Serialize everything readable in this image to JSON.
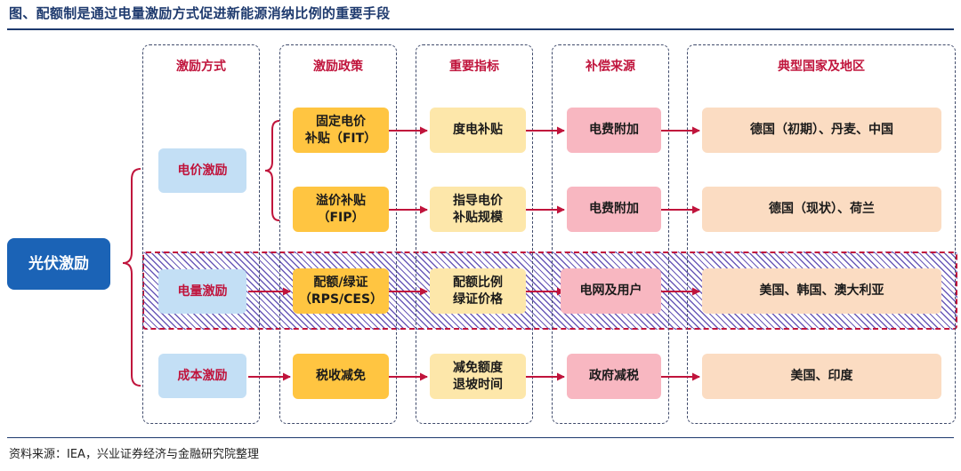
{
  "title": "图、配额制是通过电量激励方式促进新能源消纳比例的重要手段",
  "source": "资料来源：IEA，兴业证券经济与金融研究院整理",
  "colors": {
    "accent_red": "#c0143c",
    "navy": "#1e3a6e",
    "main_blue": "#1b63b6",
    "light_blue": "#c3dff5",
    "orange": "#ffc541",
    "cream": "#fde7aa",
    "pink": "#f8b7c1",
    "peach": "#fbdcc2"
  },
  "headers": {
    "method": "激励方式",
    "policy": "激励政策",
    "indicator": "重要指标",
    "funding": "补偿来源",
    "region": "典型国家及地区"
  },
  "main_label": "光伏激励",
  "methods": {
    "price": "电价激励",
    "volume": "电量激励",
    "cost": "成本激励"
  },
  "rows": [
    {
      "policy_l1": "固定电价",
      "policy_l2": "补贴（FIT）",
      "indicator_l1": "度电补贴",
      "indicator_l2": "",
      "funding": "电费附加",
      "region": "德国（初期）、丹麦、中国"
    },
    {
      "policy_l1": "溢价补贴",
      "policy_l2": "（FIP）",
      "indicator_l1": "指导电价",
      "indicator_l2": "补贴规模",
      "funding": "电费附加",
      "region": "德国（现状）、荷兰"
    },
    {
      "policy_l1": "配额/绿证",
      "policy_l2": "（RPS/CES）",
      "indicator_l1": "配额比例",
      "indicator_l2": "绿证价格",
      "funding": "电网及用户",
      "region": "美国、韩国、澳大利亚"
    },
    {
      "policy_l1": "税收减免",
      "policy_l2": "",
      "indicator_l1": "减免额度",
      "indicator_l2": "退坡时间",
      "funding": "政府减税",
      "region": "美国、印度"
    }
  ]
}
